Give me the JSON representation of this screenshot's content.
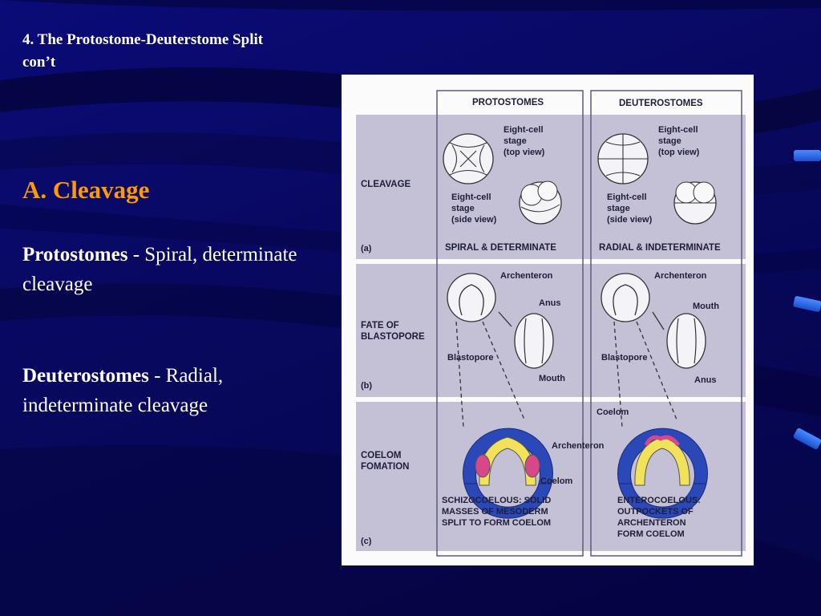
{
  "slide": {
    "title": "4. The Protostome-Deuterstome Split con’t",
    "heading": "A. Cleavage",
    "bullets": [
      {
        "term": "Protostomes",
        "text": " - Spiral, determinate cleavage"
      },
      {
        "term": "Deuterostomes",
        "text": " - Radial, indeterminate cleavage"
      }
    ]
  },
  "figure": {
    "columns": {
      "left": "PROTOSTOMES",
      "right": "DEUTEROSTOMES"
    },
    "rows": {
      "cleavage": "CLEAVAGE",
      "fate_line1": "FATE OF",
      "fate_line2": "BLASTOPORE",
      "coelom_line1": "COELOM",
      "coelom_line2": "FOMATION"
    },
    "panel_labels": {
      "a": "(a)",
      "b": "(b)",
      "c": "(c)"
    },
    "cleavage_labels": {
      "top_line1": "Eight-cell",
      "top_line2": "stage",
      "top_line3": "(top view)",
      "side_line1": "Eight-cell",
      "side_line2": "stage",
      "side_line3": "(side view)",
      "proto_type": "SPIRAL & DETERMINATE",
      "deutero_type": "RADIAL & INDETERMINATE"
    },
    "blastopore_labels": {
      "archenteron": "Archenteron",
      "blastopore": "Blastopore",
      "anus": "Anus",
      "mouth": "Mouth"
    },
    "coelom_labels": {
      "coelom": "Coelom",
      "archenteron": "Archenteron",
      "proto_desc_line1": "SCHIZOCOELOUS: SOLID",
      "proto_desc_line2": "MASSES OF MESODERM",
      "proto_desc_line3": "SPLIT TO FORM COELOM",
      "deutero_desc_line1": "ENTEROCOELOUS:",
      "deutero_desc_line2": "OUTPOCKETS OF",
      "deutero_desc_line3": "ARCHENTERON",
      "deutero_desc_line4": "FORM COELOM"
    }
  },
  "colors": {
    "background": "#0a0a66",
    "heading": "#ff9900",
    "band": "#c4c0d6",
    "ectoderm": "#2a48b8",
    "endoderm": "#f2e25a",
    "mesoderm": "#d6488a"
  }
}
